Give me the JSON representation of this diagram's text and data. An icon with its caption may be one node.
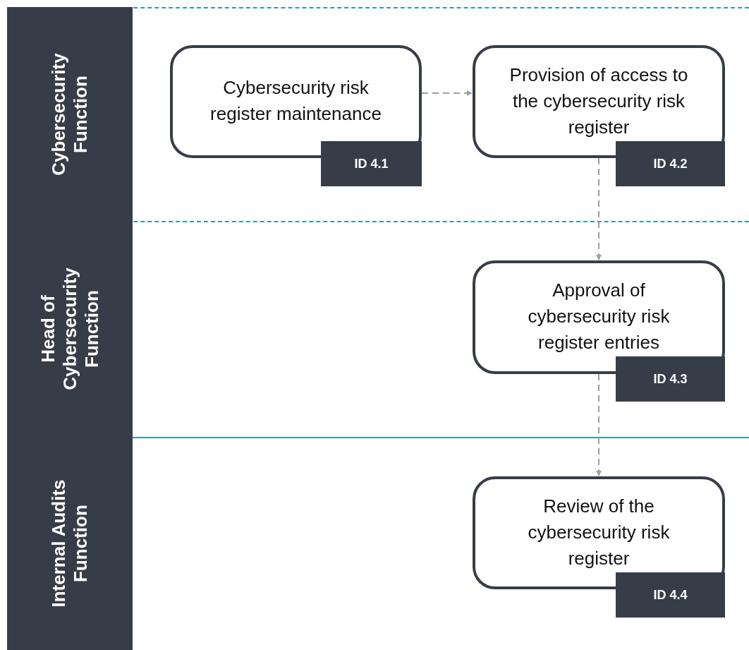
{
  "diagram": {
    "nodes": [
      {
        "text": [
          "Cybersecurity Function"
        ]
      },
      {
        "text": [
          "Cybersecurity risk register maintenance",
          "ID 4.1"
        ],
        "in": 0
      },
      {
        "text": [
          "Provision of access to the cybersecurity risk register",
          "ID 4.2"
        ],
        "in": 0
      },
      {
        "text": [
          "Head of Cybersecurity Function"
        ]
      },
      {
        "text": [
          "Approval of cybersecurity risk register entries",
          "ID 4.3"
        ],
        "in": 3
      },
      {
        "text": [
          "Internal Audits Function"
        ]
      },
      {
        "text": [
          "Review of the cybersecurity risk register",
          "ID 4.4"
        ],
        "in": 5
      }
    ],
    "edges": [
      {
        "from": 1,
        "to": 2,
        "arrow": "to",
        "style": "dashed"
      },
      {
        "from": 2,
        "to": 4,
        "arrow": "to",
        "style": "dashed"
      },
      {
        "from": 4,
        "to": 6,
        "arrow": "to",
        "style": "dashed"
      }
    ]
  }
}
